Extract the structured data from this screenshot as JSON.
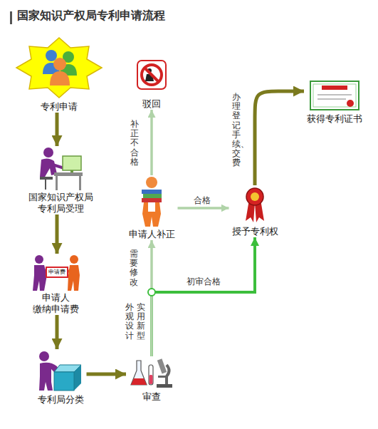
{
  "diagram": {
    "title": "国家知识产权局专利申请流程",
    "nodes": [
      {
        "text": [
          "专利申请"
        ]
      },
      {
        "text": [
          "国家知识产权局 专利局受理"
        ]
      },
      {
        "text": [
          "申请人 缴纳申请费"
        ]
      },
      {
        "text": [
          "专利局分类"
        ]
      },
      {
        "text": [
          "审查"
        ]
      },
      {
        "text": [
          "申请人补正"
        ]
      },
      {
        "text": [
          "驳回"
        ]
      },
      {
        "text": [
          "授予专利权"
        ]
      },
      {
        "text": [
          "获得专利证书"
        ]
      }
    ],
    "edges": [
      {
        "from": 0,
        "to": 1,
        "arrow": "to"
      },
      {
        "from": 1,
        "to": 2,
        "arrow": "to"
      },
      {
        "from": 2,
        "to": 3,
        "arrow": "to"
      },
      {
        "from": 3,
        "to": 4,
        "arrow": "to"
      },
      {
        "from": 4,
        "to": 5,
        "label": "需要修改",
        "arrow": "to"
      },
      {
        "from": 4,
        "to": 7,
        "label": "初审合格",
        "arrow": "to"
      },
      {
        "from": 5,
        "to": 6,
        "label": "补正不合格",
        "arrow": "to"
      },
      {
        "from": 5,
        "to": 7,
        "label": "合格",
        "arrow": "to"
      },
      {
        "from": 7,
        "to": 8,
        "label": "办理登记手续、交费",
        "arrow": "to"
      }
    ],
    "labels": [
      "外观设计",
      "实用新型",
      "申请费"
    ]
  }
}
